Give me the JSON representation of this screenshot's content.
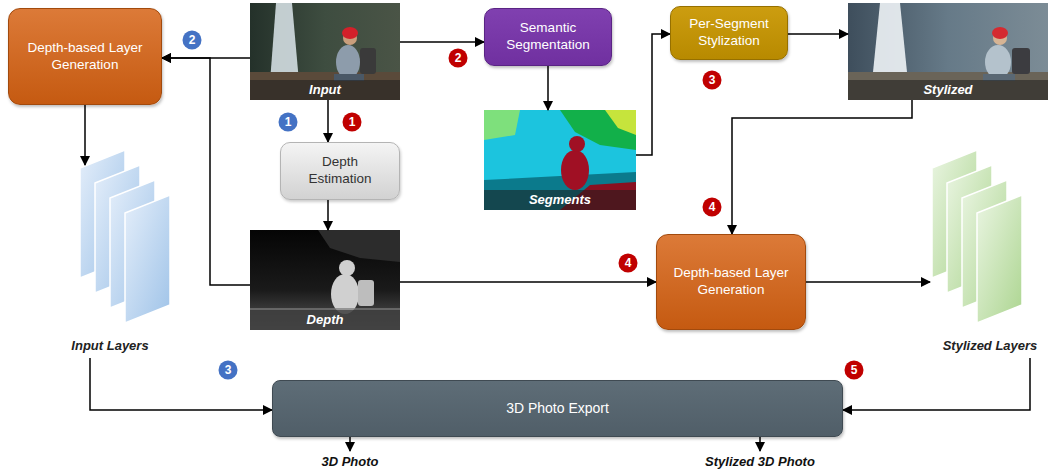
{
  "diagram": {
    "nodes": [
      {
        "text": [
          "Depth-based Layer Generation"
        ]
      },
      {
        "text": [
          "Input"
        ]
      },
      {
        "text": [
          "Semantic Segmentation"
        ]
      },
      {
        "text": [
          "Per-Segment Stylization"
        ]
      },
      {
        "text": [
          "Stylized"
        ]
      },
      {
        "text": [
          "Depth Estimation"
        ]
      },
      {
        "text": [
          "Segments"
        ]
      },
      {
        "text": [
          "Depth"
        ]
      },
      {
        "text": [
          "Depth-based Layer Generation"
        ]
      },
      {
        "text": [
          "Input Layers"
        ]
      },
      {
        "text": [
          "Stylized Layers"
        ]
      },
      {
        "text": [
          "3D Photo Export"
        ]
      }
    ],
    "edges": [
      {
        "from": 1,
        "to": 5,
        "arrow": "to"
      },
      {
        "from": 5,
        "to": 7,
        "arrow": "to"
      },
      {
        "from": 1,
        "to": 0,
        "arrow": "to"
      },
      {
        "from": 7,
        "to": 0,
        "arrow": "to"
      },
      {
        "from": 1,
        "to": 2,
        "arrow": "to"
      },
      {
        "from": 2,
        "to": 6,
        "arrow": "to"
      },
      {
        "from": 6,
        "to": 3,
        "arrow": "to"
      },
      {
        "from": 3,
        "to": 4,
        "arrow": "to"
      },
      {
        "from": 4,
        "to": 8,
        "arrow": "to"
      },
      {
        "from": 7,
        "to": 8,
        "arrow": "to"
      },
      {
        "from": 8,
        "to": 10,
        "arrow": "to"
      },
      {
        "from": 0,
        "to": 9,
        "arrow": "to"
      },
      {
        "from": 9,
        "to": 11,
        "arrow": "to"
      },
      {
        "from": 10,
        "to": 11,
        "arrow": "to"
      }
    ],
    "labels": [
      "2",
      "2",
      "3",
      "1",
      "1",
      "4",
      "4",
      "3",
      "5",
      "3D Photo",
      "Stylized 3D Photo"
    ]
  }
}
